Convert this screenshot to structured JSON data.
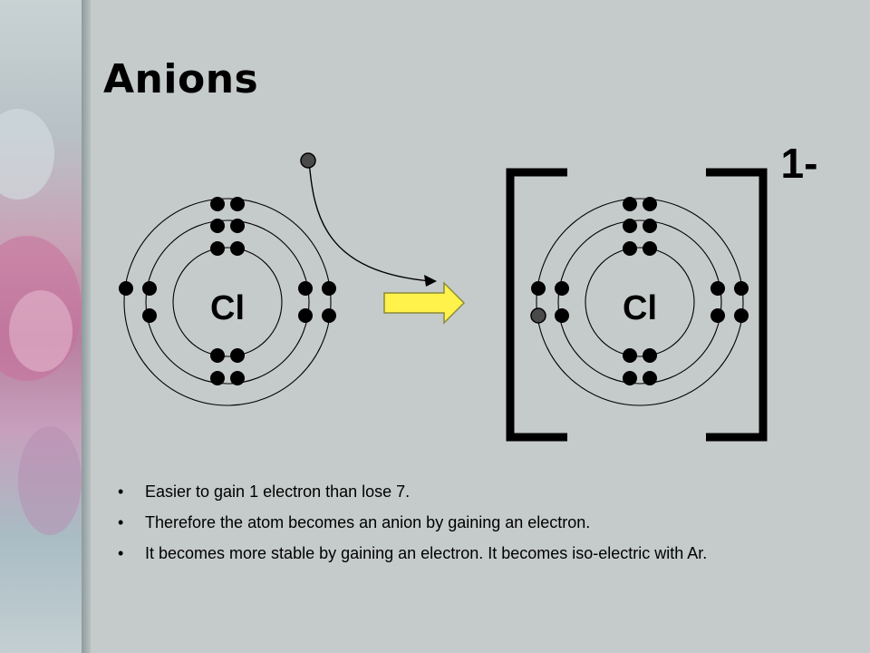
{
  "slide": {
    "title": "Anions"
  },
  "diagram": {
    "neutral_atom": {
      "symbol": "Cl"
    },
    "ion": {
      "symbol": "Cl",
      "charge": "1-"
    },
    "colors": {
      "electron": "#000000",
      "gained_electron": "#4a4a4a",
      "arrow_fill": "#fff24a",
      "arrow_stroke": "#8a8a3a",
      "bracket": "#000000"
    }
  },
  "bullets": [
    "Easier to gain 1 electron than lose 7.",
    "Therefore the atom becomes an anion by gaining an electron.",
    "It becomes more stable by gaining an electron. It becomes iso-electric with Ar."
  ]
}
